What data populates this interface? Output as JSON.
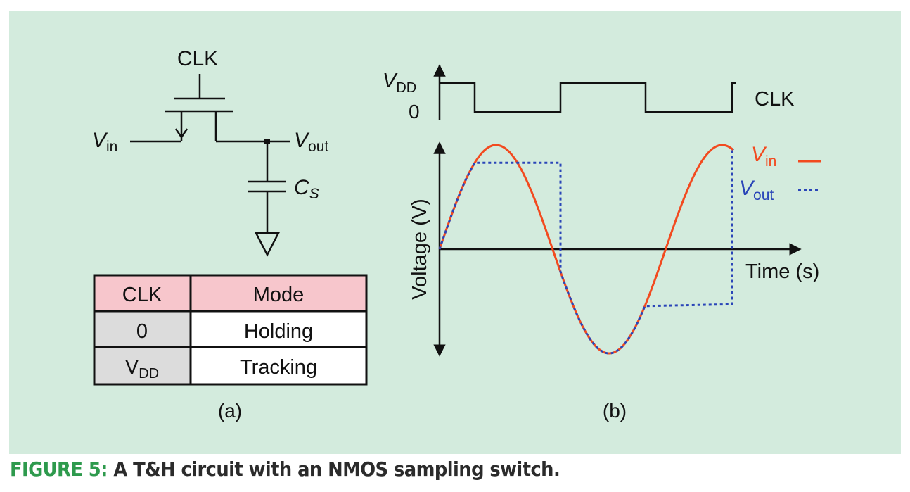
{
  "figure": {
    "label": "FIGURE 5:",
    "caption": " A T&H circuit with an NMOS sampling switch."
  },
  "panel_a": {
    "label": "(a)",
    "clk_label": "CLK",
    "vin_main": "V",
    "vin_sub": "in",
    "vout_main": "V",
    "vout_sub": "out",
    "cs_main": "C",
    "cs_sub": "S",
    "table": {
      "headers": [
        "CLK",
        "Mode"
      ],
      "rows": [
        {
          "clk": "0",
          "clk_sub": "",
          "mode": "Holding"
        },
        {
          "clk": "V",
          "clk_sub": "DD",
          "mode": "Tracking"
        }
      ]
    }
  },
  "panel_b": {
    "label": "(b)",
    "clk_label": "CLK",
    "vdd_main": "V",
    "vdd_sub": "DD",
    "zero_label": "0",
    "ylabel": "Voltage (V)",
    "xlabel": "Time (s)",
    "legend_vin_main": "V",
    "legend_vin_sub": "in",
    "legend_vout_main": "V",
    "legend_vout_sub": "out"
  },
  "colors": {
    "panel_bg": "#d3ebdd",
    "vin": "#f24a1f",
    "vout": "#2a45b8",
    "table_header": "#f7c6cc",
    "table_clk_cell": "#dcdcdc",
    "figure_label": "#2e9a4d"
  }
}
